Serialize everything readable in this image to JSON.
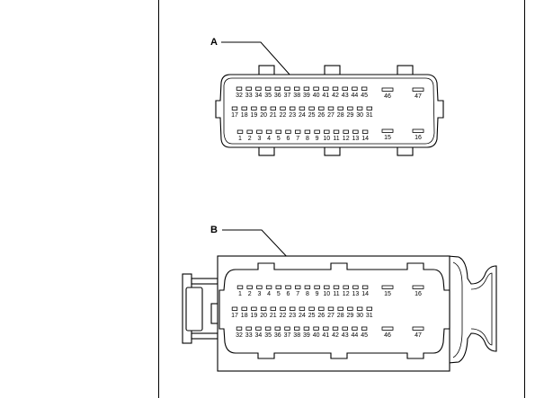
{
  "connector_a": {
    "label": "A",
    "row_top": [
      "32",
      "33",
      "34",
      "35",
      "36",
      "37",
      "38",
      "39",
      "40",
      "41",
      "42",
      "43",
      "44",
      "45"
    ],
    "row_mid": [
      "17",
      "18",
      "19",
      "20",
      "21",
      "22",
      "23",
      "24",
      "25",
      "26",
      "27",
      "28",
      "29",
      "30",
      "31"
    ],
    "row_bottom": [
      "1",
      "2",
      "3",
      "4",
      "5",
      "6",
      "7",
      "8",
      "9",
      "10",
      "11",
      "12",
      "13",
      "14"
    ],
    "large_top": [
      "46",
      "47"
    ],
    "large_bottom": [
      "15",
      "16"
    ]
  },
  "connector_b": {
    "label": "B",
    "row_top": [
      "1",
      "2",
      "3",
      "4",
      "5",
      "6",
      "7",
      "8",
      "9",
      "10",
      "11",
      "12",
      "13",
      "14"
    ],
    "row_mid": [
      "17",
      "18",
      "19",
      "20",
      "21",
      "22",
      "23",
      "24",
      "25",
      "26",
      "27",
      "28",
      "29",
      "30",
      "31"
    ],
    "row_bottom": [
      "32",
      "33",
      "34",
      "35",
      "36",
      "37",
      "38",
      "39",
      "40",
      "41",
      "42",
      "43",
      "44",
      "45"
    ],
    "large_top": [
      "15",
      "16"
    ],
    "large_bottom": [
      "46",
      "47"
    ]
  }
}
